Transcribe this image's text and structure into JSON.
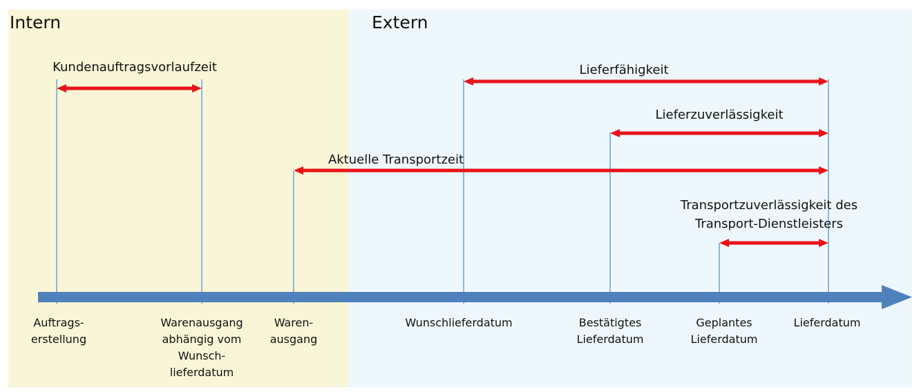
{
  "zones": {
    "intern": "Intern",
    "extern": "Extern"
  },
  "milestones": [
    {
      "id": "auftragserstellung",
      "label": "Auftrags-\nerstellung"
    },
    {
      "id": "warenausgang-wunsch",
      "label": "Warenausgang\nabhängig vom\nWunsch-\nlieferdatum"
    },
    {
      "id": "warenausgang",
      "label": "Waren-\nausgang"
    },
    {
      "id": "wunschlieferdatum",
      "label": "Wunschlieferdatum"
    },
    {
      "id": "bestaetigtes-lieferdatum",
      "label": "Bestätigtes\nLieferdatum"
    },
    {
      "id": "geplantes-lieferdatum",
      "label": "Geplantes\nLieferdatum"
    },
    {
      "id": "lieferdatum",
      "label": "Lieferdatum"
    }
  ],
  "metrics": [
    {
      "id": "kundenauftragsvorlaufzeit",
      "label": "Kundenauftragsvorlaufzeit",
      "from": "auftragserstellung",
      "to": "warenausgang-wunsch"
    },
    {
      "id": "lieferfaehigkeit",
      "label": "Lieferfähigkeit",
      "from": "wunschlieferdatum",
      "to": "lieferdatum"
    },
    {
      "id": "lieferzuverlaessigkeit",
      "label": "Lieferzuverlässigkeit",
      "from": "bestaetigtes-lieferdatum",
      "to": "lieferdatum"
    },
    {
      "id": "aktuelle-transportzeit",
      "label": "Aktuelle Transportzeit",
      "from": "warenausgang",
      "to": "lieferdatum"
    },
    {
      "id": "transportzuverlaessigkeit",
      "label": "Transportzuverlässigkeit des\nTransport-Dienstleisters",
      "from": "geplantes-lieferdatum",
      "to": "lieferdatum"
    }
  ],
  "colors": {
    "intern_bg": "#f8f6d6",
    "extern_bg": "#eef7fc",
    "timeline": "#4f81bd",
    "milestone_line": "#6fa8dc",
    "metric_arrow": "#e8141a"
  }
}
